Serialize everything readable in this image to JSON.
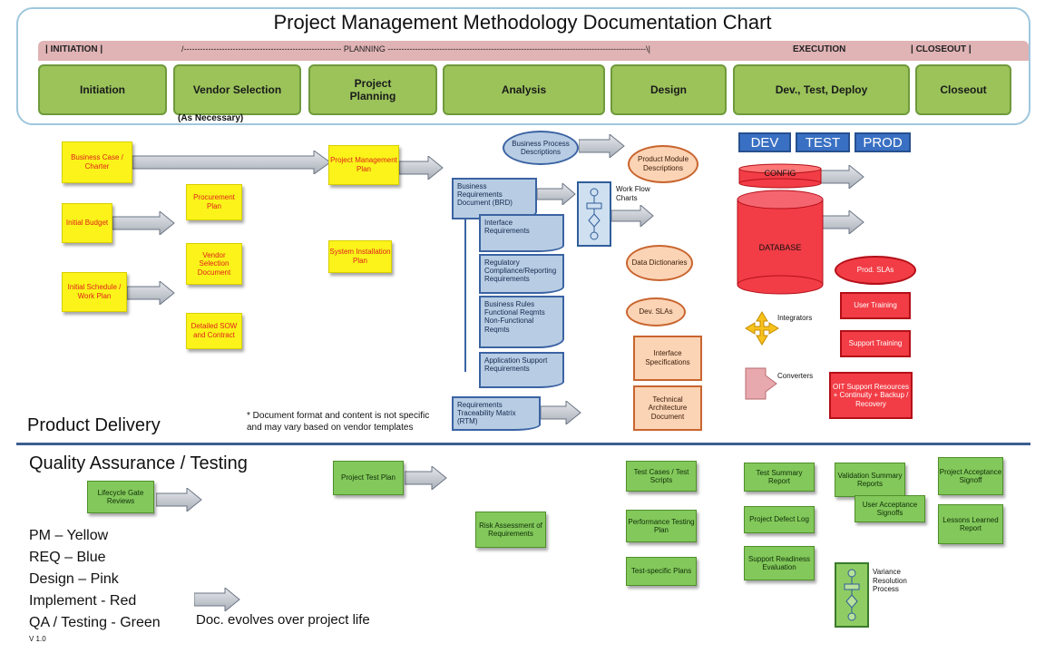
{
  "title": "Project Management Methodology Documentation Chart",
  "phase_band": {
    "initiation": "|      INITIATION      |",
    "planning": "/----------------------------------------------------------  PLANNING  -----------------------------------------------------------------------------------------------\\|",
    "execution": "EXECUTION",
    "closeout": "|      CLOSEOUT      |"
  },
  "phases": [
    "Initiation",
    "Vendor Selection",
    "Project\nPlanning",
    "Analysis",
    "Design",
    "Dev., Test, Deploy",
    "Closeout"
  ],
  "as_necessary": "(As Necessary)",
  "environments": [
    "DEV",
    "TEST",
    "PROD"
  ],
  "pm_docs": {
    "business_case": "Business Case / Charter",
    "initial_budget": "Initial Budget",
    "initial_schedule": "Initial Schedule / Work Plan",
    "procurement_plan": "Procurement Plan",
    "vendor_selection_doc": "Vendor Selection Document",
    "detailed_sow": "Detailed SOW and Contract",
    "pm_plan": "Project Management Plan",
    "system_install_plan": "System Installation Plan"
  },
  "req_docs": {
    "bp_descriptions": "Business Process Descriptions",
    "brd": "Business Requirements Document (BRD)",
    "interface_req": "Interface Requirements",
    "regulatory": "Regulatory Compliance/Reporting Requirements",
    "business_rules": "Business Rules Functional Reqmts Non-Functional Reqmts",
    "app_support": "Application Support Requirements",
    "rtm": "Requirements Traceability Matrix (RTM)",
    "workflow": "Work Flow Charts"
  },
  "design_docs": {
    "product_module": "Product Module Descriptions",
    "data_dict": "Data Dictionaries",
    "dev_slas": "Dev. SLAs",
    "interface_spec": "Interface Specifications",
    "tech_arch": "Technical Architecture Document"
  },
  "impl_docs": {
    "config": "CONFIG",
    "database": "DATABASE",
    "prod_slas": "Prod. SLAs",
    "user_training": "User Training",
    "support_training": "Support Training",
    "oit_support": "OIT Support Resources + Continuity + Backup / Recovery",
    "integrators": "Integrators",
    "converters": "Converters"
  },
  "note": "* Document format and content is not specific\nand may vary based on vendor templates",
  "product_delivery": "Product Delivery",
  "qa_heading": "Quality Assurance / Testing",
  "qa_docs": {
    "lifecycle": "Lifecycle Gate Reviews",
    "test_plan": "Project Test Plan",
    "risk": "Risk Assessment of Requirements",
    "test_cases": "Test Cases / Test Scripts",
    "perf_plan": "Performance Testing Plan",
    "test_specific": "Test-specific Plans",
    "test_summary": "Test Summary Report",
    "defect_log": "Project Defect Log",
    "support_readiness": "Support Readiness Evaluation",
    "validation": "Validation Summary Reports",
    "uat": "User Acceptance Signoffs",
    "variance": "Variance Resolution Process",
    "acceptance": "Project Acceptance Signoff",
    "lessons": "Lessons Learned Report"
  },
  "legend": [
    "PM – Yellow",
    "REQ – Blue",
    "Design – Pink",
    "Implement - Red",
    "QA / Testing - Green"
  ],
  "doc_evolves": "Doc. evolves over project life",
  "version": "V 1.0",
  "colors": {
    "pm": "#fbf31a",
    "req": "#b8cde4",
    "design": "#fbd4b5",
    "implement": "#f23d46",
    "qa": "#83c85b"
  }
}
